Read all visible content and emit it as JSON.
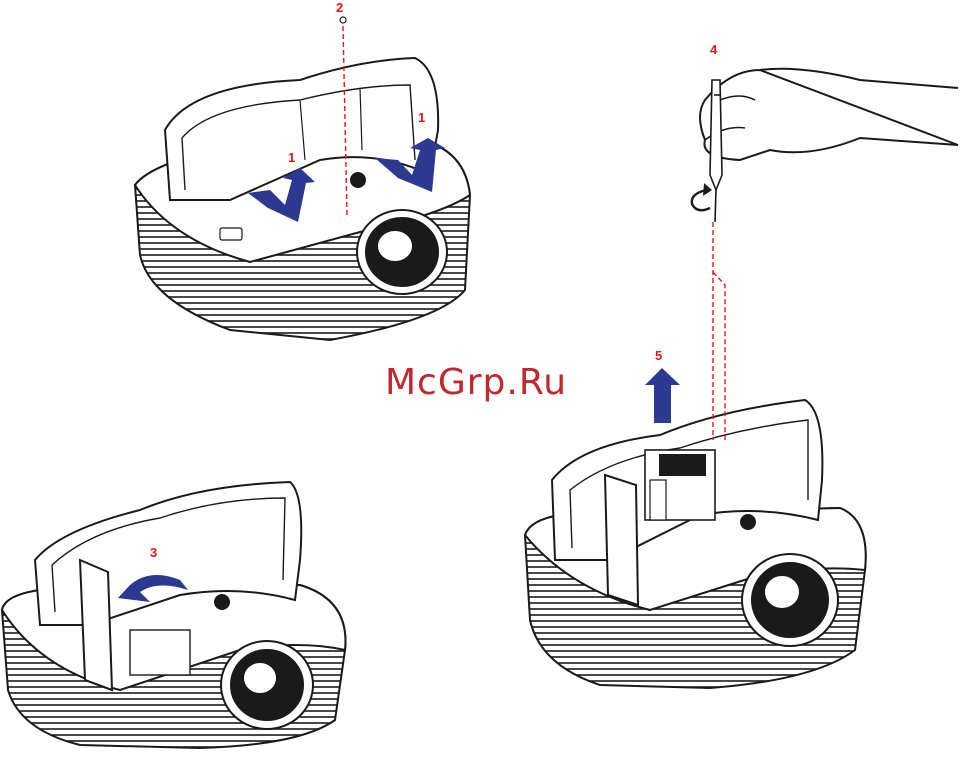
{
  "watermark": "McGrp.Ru",
  "steps": {
    "s1a": "1",
    "s1b": "1",
    "s2": "2",
    "s3": "3",
    "s4": "4",
    "s5": "5"
  },
  "colors": {
    "arrow": "#2b3990",
    "step_number": "#e01919",
    "dashed_line": "#e01919",
    "outline": "#1a1a1a"
  },
  "icons": {
    "screwdriver": "screwdriver-icon",
    "rotate": "rotate-ccw-icon",
    "arrow_up": "arrow-up-icon",
    "arrow_curve": "curved-arrow-icon"
  }
}
